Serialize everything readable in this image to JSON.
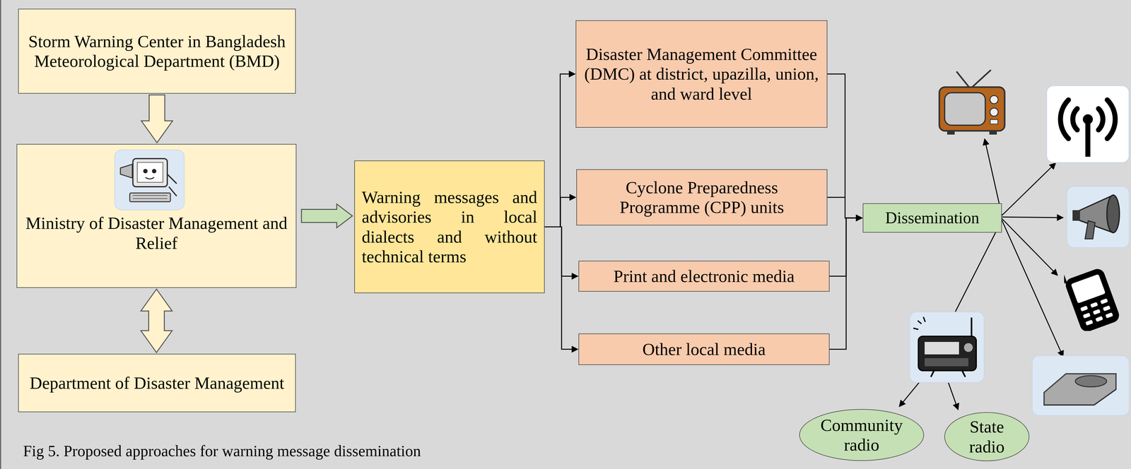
{
  "diagram": {
    "caption": "Fig 5. Proposed approaches for warning message dissemination",
    "nodes": [
      {
        "text": [
          "Storm Warning Center in Bangladesh Meteorological Department (BMD)"
        ]
      },
      {
        "text": [
          "Ministry of Disaster Management and Relief"
        ]
      },
      {
        "text": [
          "Department of Disaster Management"
        ]
      },
      {
        "text": [
          "Warning messages and advisories in local dialects and without technical terms"
        ]
      },
      {
        "text": [
          "Disaster Management Committee (DMC) at district, upazilla, union, and ward level"
        ]
      },
      {
        "text": [
          "Cyclone Preparedness Programme (CPP) units"
        ]
      },
      {
        "text": [
          "Print and electronic media"
        ]
      },
      {
        "text": [
          "Other local media"
        ]
      },
      {
        "text": [
          "Dissemination"
        ]
      },
      {
        "text": [
          "Community radio"
        ]
      },
      {
        "text": [
          "State radio"
        ]
      }
    ],
    "edges": [
      {
        "from": 0,
        "to": 1,
        "arrow": "to"
      },
      {
        "from": 1,
        "to": 2,
        "arrow": "both"
      },
      {
        "from": 1,
        "to": 3,
        "arrow": "to"
      },
      {
        "from": 3,
        "to": 4,
        "arrow": "to"
      },
      {
        "from": 3,
        "to": 5,
        "arrow": "to"
      },
      {
        "from": 3,
        "to": 6,
        "arrow": "to"
      },
      {
        "from": 3,
        "to": 7,
        "arrow": "to"
      },
      {
        "from": 4,
        "to": 8,
        "arrow": "to"
      },
      {
        "from": 5,
        "to": 8,
        "arrow": "to"
      },
      {
        "from": 6,
        "to": 8,
        "arrow": "to"
      },
      {
        "from": 7,
        "to": 8,
        "arrow": "to"
      }
    ]
  }
}
